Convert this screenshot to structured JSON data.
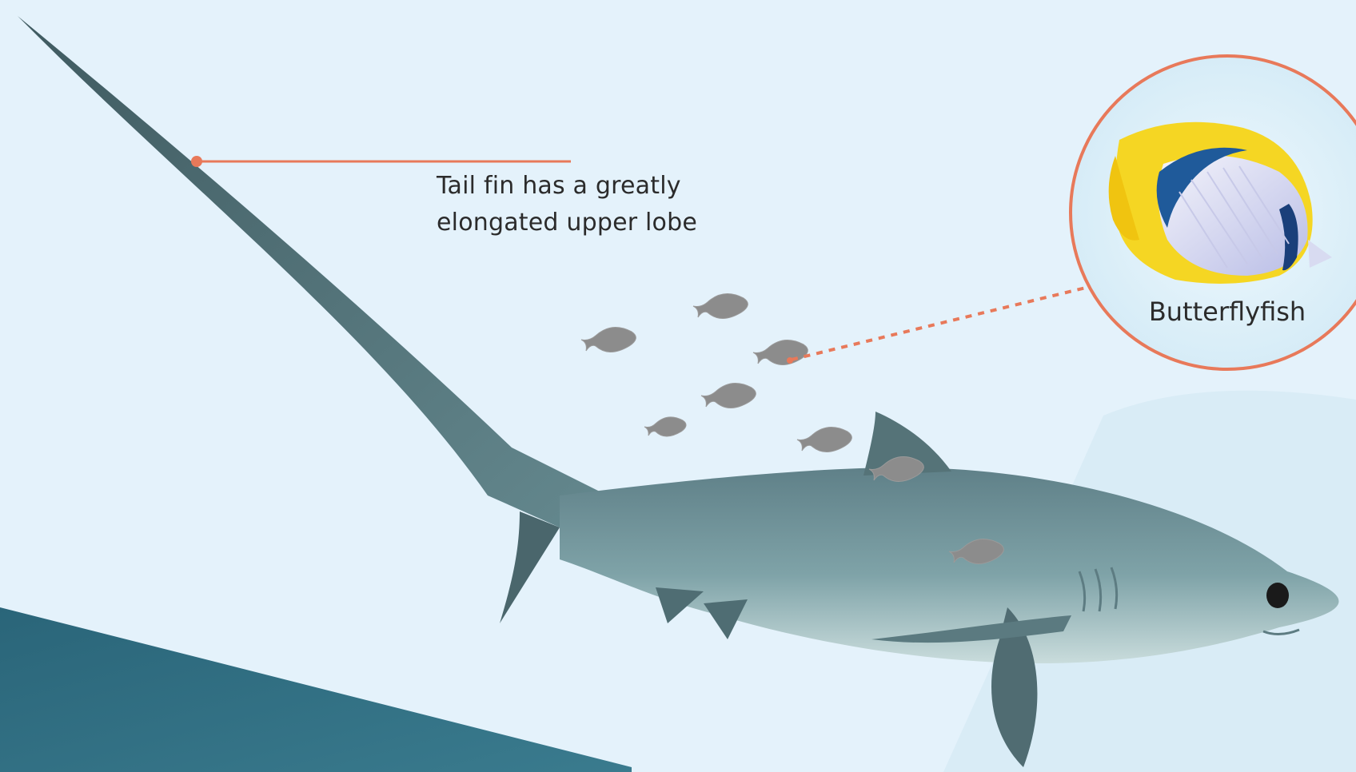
{
  "callouts": {
    "tail_fin": {
      "line1": "Tail fin has a greatly",
      "line2": "elongated upper lobe"
    },
    "prey": {
      "label": "Butterflyfish"
    }
  },
  "colors": {
    "background": "#e4f2fb",
    "callout_line": "#e8795a",
    "shark_body": "#6f9198",
    "shark_tail": "#4e6a70",
    "seafloor": "#2c6478",
    "fish_silhouette": "#8c8c8c",
    "butterflyfish_yellow": "#f5d623",
    "butterflyfish_blue": "#1f5a9a"
  },
  "icons": {
    "shark": "thresher-shark-illustration",
    "school": "butterflyfish-silhouette",
    "inset": "butterflyfish-illustration"
  }
}
